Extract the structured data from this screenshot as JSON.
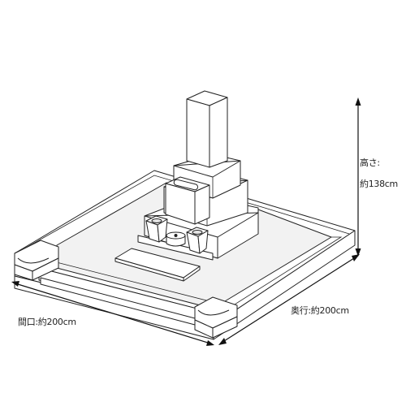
{
  "dimensions": {
    "height_label": "高さ:",
    "height_value": "約138cm",
    "width_label": "間口:約200cm",
    "depth_label": "奥行:約200cm"
  }
}
